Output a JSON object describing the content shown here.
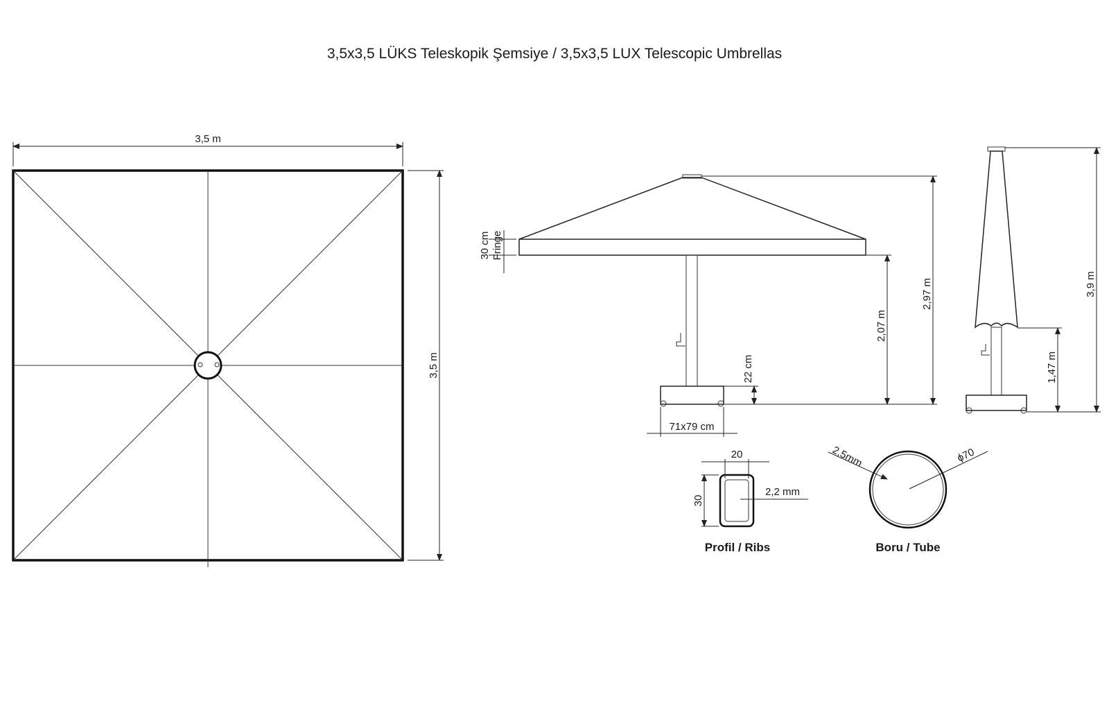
{
  "title": "3,5x3,5 LÜKS Teleskopik Şemsiye / 3,5x3,5 LUX Telescopic Umbrellas",
  "top_view": {
    "width_label": "3,5 m",
    "height_label": "3,5 m"
  },
  "side_view": {
    "fringe_height": "30 cm",
    "fringe_label": "Fringe",
    "total_height": "2,97 m",
    "clearance_height": "2,07 m",
    "base_height": "22 cm",
    "base_size": "71x79 cm"
  },
  "closed_view": {
    "total_height": "3,9 m",
    "opening_height": "1,47 m"
  },
  "rib_profile": {
    "width": "20",
    "height": "30",
    "wall": "2,2 mm",
    "caption": "Profil / Ribs"
  },
  "tube": {
    "wall": "2,5mm",
    "diameter": "ϕ70",
    "caption": "Boru / Tube"
  }
}
